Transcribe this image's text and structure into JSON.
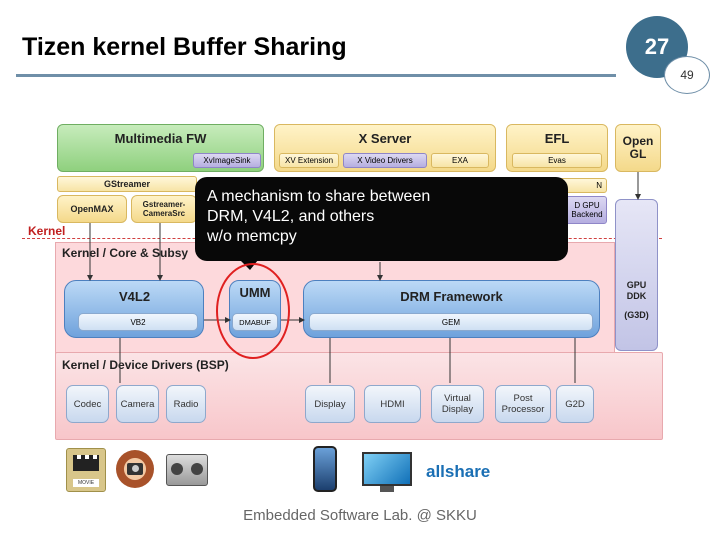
{
  "slide": {
    "title": "Tizen kernel Buffer Sharing",
    "slide_number": "27",
    "page_number": "49",
    "footer": "Embedded Software Lab. @ SKKU"
  },
  "callout": {
    "line1": "A mechanism to share between",
    "line2": "DRM, V4L2, and others",
    "line3": "w/o memcpy"
  },
  "diagram": {
    "multimedia_fw": "Multimedia FW",
    "xvimagesink": "XvImageSink",
    "x_server": "X Server",
    "xv_extension": "XV Extension",
    "x_video_drivers": "X Video Drivers",
    "exa": "EXA",
    "efl": "EFL",
    "evas": "Evas",
    "opengl": "Open GL",
    "gstreamer": "GStreamer",
    "openmax": "OpenMAX",
    "gstreamer_camerasrc": "Gstreamer-CameraSrc",
    "efl_n": "N",
    "gpu_backend": "D GPU Backend",
    "kernel": "Kernel",
    "kernel_core": "Kernel / Core & Subsy",
    "v4l2": "V4L2",
    "vb2": "VB2",
    "umm": "UMM",
    "dmabuf": "DMABUF",
    "drm_framework": "DRM Framework",
    "gem": "GEM",
    "gpu_ddk": "GPU DDK",
    "g3d": "(G3D)",
    "device_drivers": "Kernel / Device Drivers (BSP)",
    "drivers": [
      "Codec",
      "Camera",
      "Radio",
      "Display",
      "HDMI",
      "Virtual Display",
      "Post Processor",
      "G2D"
    ],
    "allshare": "allshare"
  },
  "colors": {
    "title_rule": "#6f8fa8",
    "circle": "#3d6e8c",
    "highlight": "#e02020"
  }
}
